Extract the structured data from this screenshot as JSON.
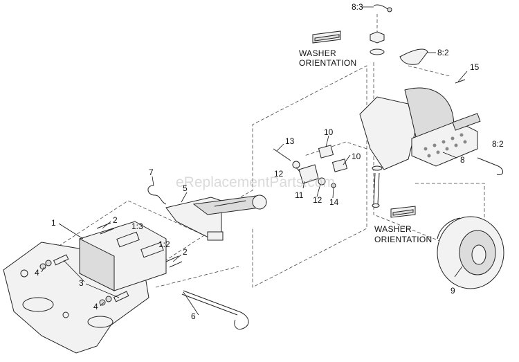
{
  "watermark": "eReplacementParts.com",
  "notes": {
    "washer_top_line1": "WASHER",
    "washer_top_line2": "ORIENTATION",
    "washer_bottom_line1": "WASHER",
    "washer_bottom_line2": "ORIENTATION"
  },
  "callouts": {
    "c1": "1",
    "c1_3": "1:3",
    "c1_2": "1:2",
    "c2a": "2",
    "c2b": "2",
    "c3": "3",
    "c4a": "4",
    "c4b": "4",
    "c5": "5",
    "c6": "6",
    "c7": "7",
    "c8": "8",
    "c8_2a": "8:2",
    "c8_2b": "8:2",
    "c8_3": "8:3",
    "c9": "9",
    "c10a": "10",
    "c10b": "10",
    "c11": "11",
    "c12a": "12",
    "c12b": "12",
    "c13": "13",
    "c14": "14",
    "c15": "15"
  }
}
